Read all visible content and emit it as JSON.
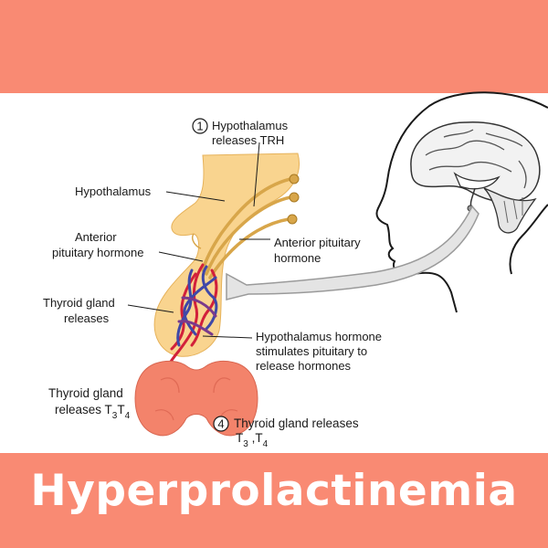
{
  "title": "Hyperprolactinemia",
  "colors": {
    "band": "#f98a73",
    "background": "#ffffff",
    "gland": "#f9d48f",
    "thyroid": "#f3836b",
    "blood_red": "#d2203a",
    "blood_blue": "#3f48a8",
    "nerve": "#d8a64a"
  },
  "labels": {
    "step1_number": "1",
    "step1_line1": "Hypothalamus",
    "step1_line2": "releases TRH",
    "hypothalamus": "Hypothalamus",
    "anterior_pituitary_line1": "Anterior pituitary",
    "anterior_pituitary_line2": "hormone",
    "anterior_line1": "Anterior",
    "anterior_line2": "pituitary hormone",
    "thyroid_releases_line1": "Thyroid gland",
    "thyroid_releases_line2": "releases",
    "hypothalamus_hormone_line1": "Hypothalamus hormone",
    "hypothalamus_hormone_line2": "stimulates pituitary to",
    "hypothalamus_hormone_line3": "release hormones",
    "thyroid_t3t4_line1": "Thyroid gland",
    "thyroid_t3t4_line2": "releases T",
    "t3_sub_a": "3",
    "t_letter": "T",
    "t4_sub_a": "4",
    "step4_number": "4",
    "step4_line1": "Thyroid gland releases",
    "step4_t": "T",
    "step4_sub3": "3",
    "step4_comma": " ,T",
    "step4_sub4": "4"
  }
}
